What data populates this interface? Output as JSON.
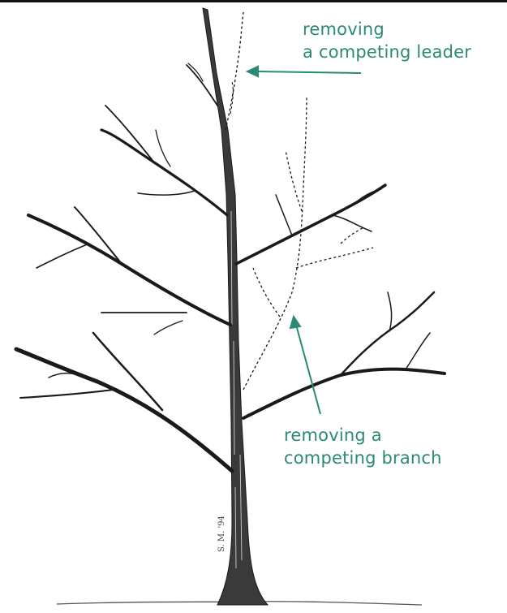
{
  "labels": {
    "leader_line1": "removing",
    "leader_line2": "a competing leader",
    "branch_line1": "removing a",
    "branch_line2": "competing branch"
  },
  "colors": {
    "annotation": "#2a8a73",
    "ink": "#1a1a1a"
  }
}
